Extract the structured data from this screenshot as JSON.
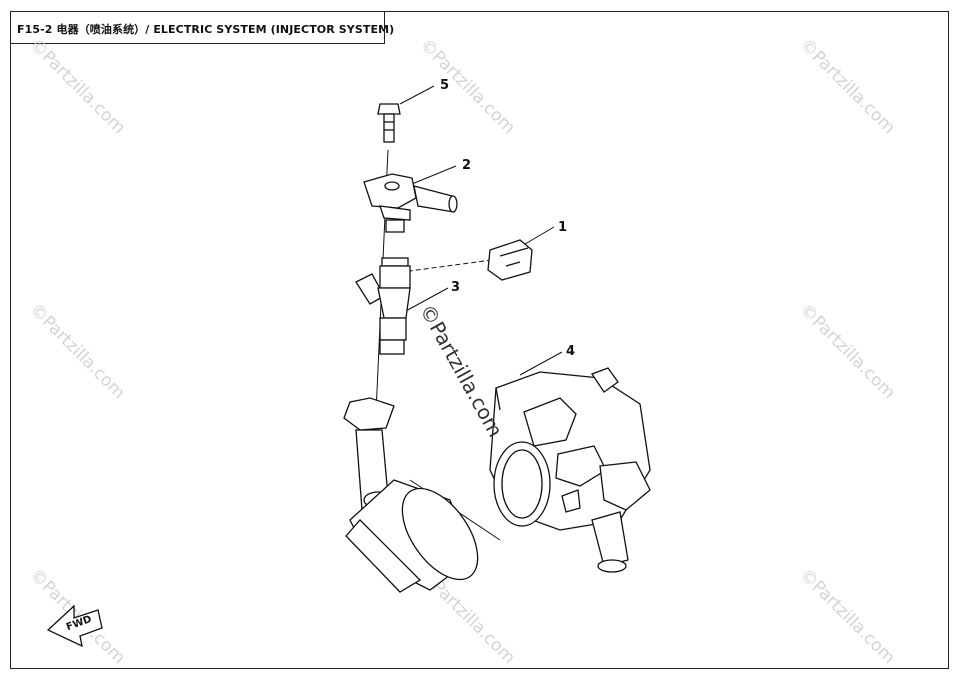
{
  "title": "F15-2 电器（喷油系统）/ ELECTRIC SYSTEM (INJECTOR SYSTEM)",
  "watermark": "©Partzilla.com",
  "fwd_label": "FWD",
  "callouts": [
    "1",
    "2",
    "3",
    "4",
    "5"
  ]
}
